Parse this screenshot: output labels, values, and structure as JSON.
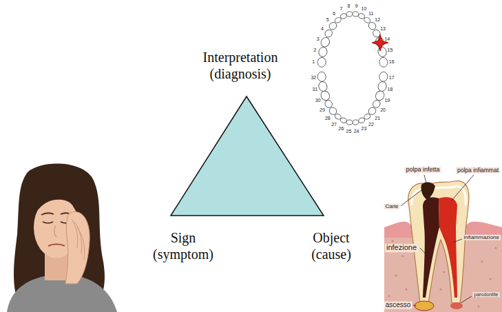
{
  "diagram": {
    "labels": [
      "1",
      "2",
      "3",
      "4",
      "5",
      "6",
      "7",
      "8",
      "9",
      "10",
      "11",
      "12",
      "13",
      "14",
      "15",
      "16",
      "17",
      "18",
      "19",
      "20",
      "21",
      "22",
      "23",
      "24",
      "25",
      "26",
      "27",
      "28",
      "29",
      "30",
      "31",
      "32",
      "Interpretation (diagnosis)",
      "polpa infetta",
      "polpa infiammat",
      "Carie",
      "infezione",
      "infiammazione",
      "Sign (symptom)",
      "Object (cause)",
      "parodontite",
      "ascesso"
    ]
  }
}
